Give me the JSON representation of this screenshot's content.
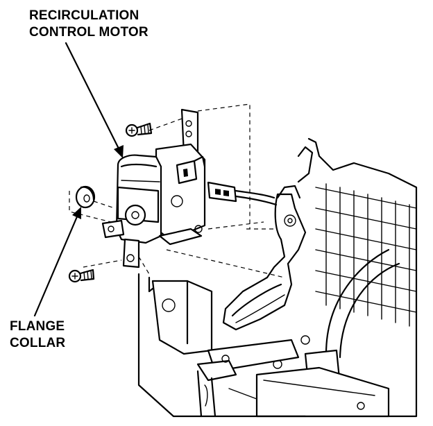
{
  "labels": {
    "motor_line1": "RECIRCULATION",
    "motor_line2": "CONTROL MOTOR",
    "collar_line1": "FLANGE",
    "collar_line2": "COLLAR"
  },
  "icons": {
    "motor": "motor-assembly-icon",
    "screw_upper": "screw-icon",
    "screw_lower": "screw-icon",
    "flange_collar": "flange-collar-icon",
    "connector": "electrical-connector-icon",
    "heater_unit": "heater-housing-icon"
  },
  "colors": {
    "line": "#000000",
    "background": "#ffffff"
  }
}
